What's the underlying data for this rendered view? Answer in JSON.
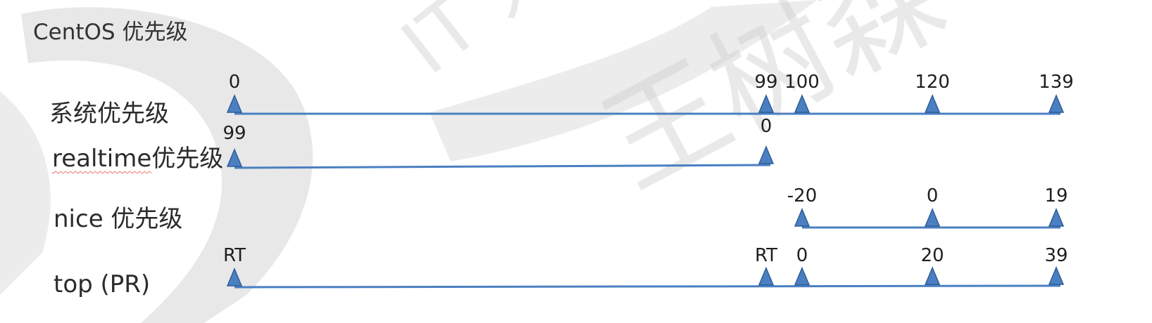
{
  "title": "CentOS 优先级",
  "colors": {
    "axis": "#4a7fc1",
    "marker": "#4a7fc1",
    "text": "#1f1f1f",
    "spellcheck": "#e8706a",
    "watermark": "#d9d9d9"
  },
  "watermark": {
    "text_latin": "IT 人",
    "text_cjk": "王树森"
  },
  "rows": [
    {
      "id": "system",
      "label": "系统优先级",
      "ticks": [
        {
          "text": "0",
          "pos": 0
        },
        {
          "text": "99",
          "pos": 99
        },
        {
          "text": "100",
          "pos": 100
        },
        {
          "text": "120",
          "pos": 120
        },
        {
          "text": "139",
          "pos": 139
        }
      ]
    },
    {
      "id": "realtime",
      "label": "realtime优先级",
      "ticks": [
        {
          "text": "99",
          "pos": 0
        },
        {
          "text": "0",
          "pos": 99
        }
      ]
    },
    {
      "id": "nice",
      "label": "nice 优先级",
      "ticks": [
        {
          "text": "-20",
          "pos": 100
        },
        {
          "text": "0",
          "pos": 120
        },
        {
          "text": "19",
          "pos": 139
        }
      ]
    },
    {
      "id": "top",
      "label": "top (PR)",
      "ticks": [
        {
          "text": "RT",
          "pos": 0
        },
        {
          "text": "RT",
          "pos": 99
        },
        {
          "text": "0",
          "pos": 100
        },
        {
          "text": "20",
          "pos": 120
        },
        {
          "text": "39",
          "pos": 139
        }
      ]
    }
  ]
}
